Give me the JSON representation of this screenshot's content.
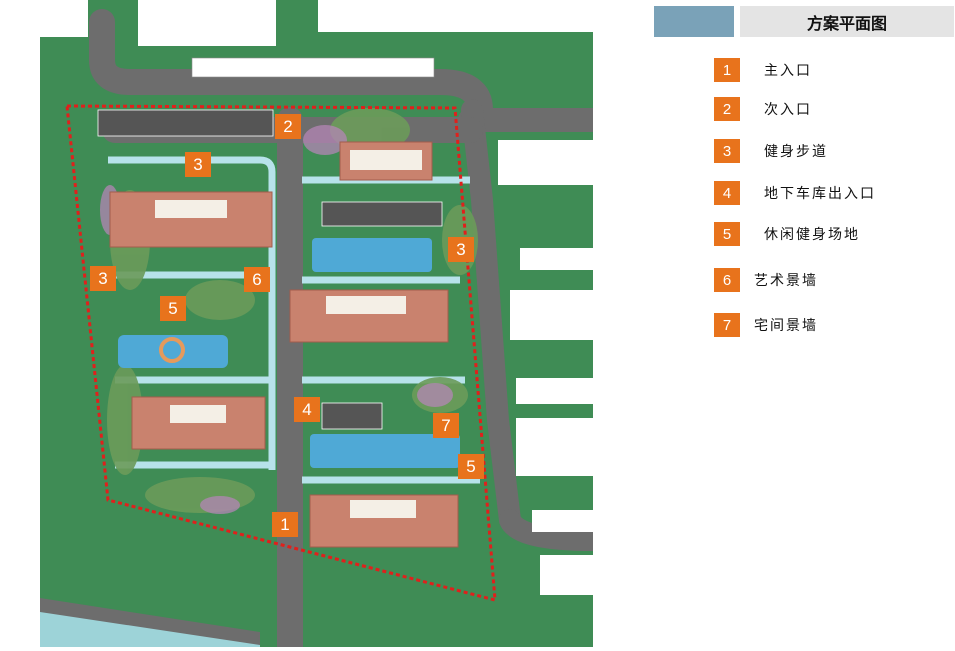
{
  "title": "方案平面图",
  "legend": [
    {
      "num": "1",
      "label": "主入口"
    },
    {
      "num": "2",
      "label": "次入口"
    },
    {
      "num": "3",
      "label": "健身步道"
    },
    {
      "num": "4",
      "label": "地下车库出入口"
    },
    {
      "num": "5",
      "label": "休闲健身场地"
    },
    {
      "num": "6",
      "label": "艺术景墙"
    },
    {
      "num": "7",
      "label": "宅间景墙"
    }
  ],
  "map_markers": [
    "2",
    "3",
    "3",
    "3",
    "6",
    "5",
    "4",
    "7",
    "5",
    "1"
  ],
  "colors": {
    "accent_orange": "#e8731c",
    "header_blue": "#7aa2b8",
    "lawn_green": "#3f8c55",
    "road_gray": "#6e6e6e",
    "roof_terracotta": "#c9826e",
    "boundary_red": "#e0201c"
  }
}
